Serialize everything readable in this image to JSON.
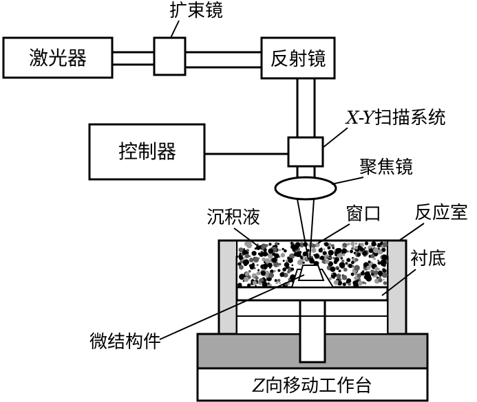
{
  "colors": {
    "stroke": "#000000",
    "background": "#ffffff",
    "light_gray": "#d6d6d6",
    "mid_gray": "#a6a6a6",
    "dark_gray": "#7a7a7a"
  },
  "labels": {
    "laser": "激光器",
    "beam_expander": "扩束镜",
    "mirror": "反射镜",
    "xy_scan_prefix": "X-Y",
    "xy_scan_suffix": "扫描系统",
    "controller": "控制器",
    "focusing_lens": "聚焦镜",
    "window": "窗口",
    "reaction_chamber": "反应室",
    "deposition_liquid": "沉积液",
    "substrate": "衬底",
    "microstructure": "微结构件",
    "z_stage_prefix": "Z",
    "z_stage_suffix": "向移动工作台"
  }
}
